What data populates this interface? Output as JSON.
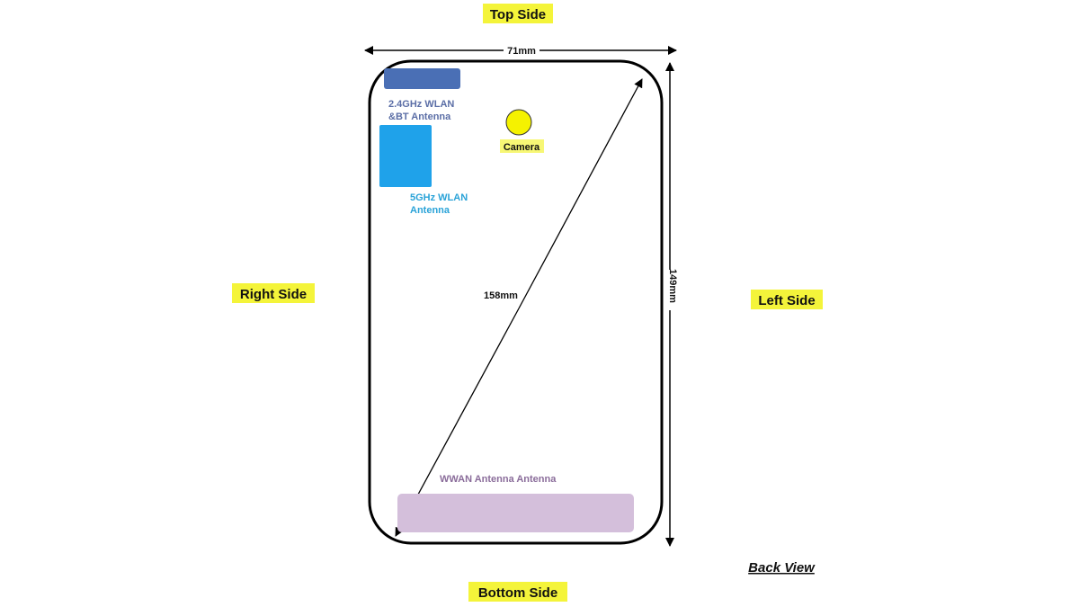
{
  "labels": {
    "top_side": "Top Side",
    "bottom_side": "Bottom Side",
    "right_side": "Right Side",
    "left_side": "Left Side",
    "back_view": "Back View"
  },
  "dimensions": {
    "width": "71mm",
    "height": "149mm",
    "diagonal": "158mm"
  },
  "components": {
    "wlan24_line1": "2.4GHz WLAN",
    "wlan24_line2": "&BT Antenna",
    "wlan5_line1": "5GHz WLAN",
    "wlan5_line2": "Antenna",
    "camera": "Camera",
    "wwan": "WWAN Antenna Antenna"
  },
  "colors": {
    "wlan24": "#4a6fb5",
    "wlan5": "#1fa2ea",
    "camera": "#f5f200",
    "wwan": "#d4bfdb",
    "highlight": "#f4f43a"
  }
}
